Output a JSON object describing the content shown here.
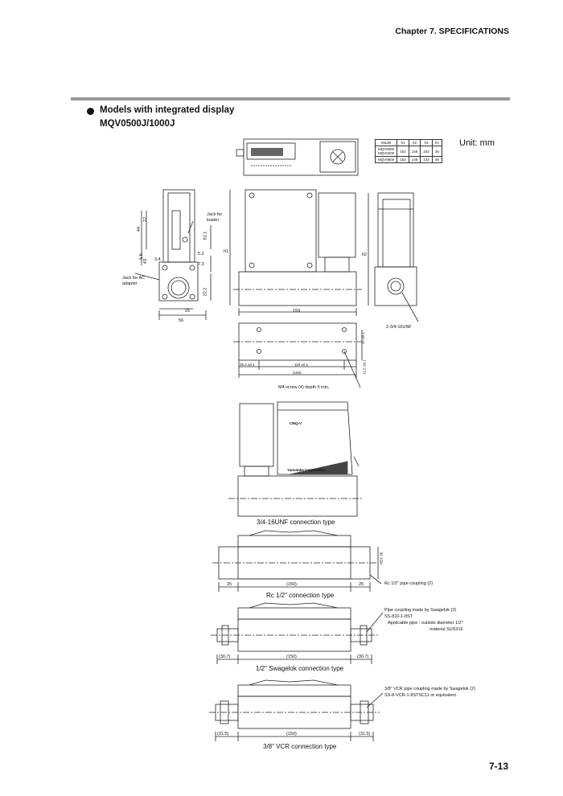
{
  "header": {
    "chapter": "Chapter 7. SPECIFICATIONS"
  },
  "section": {
    "title": "Models with integrated display",
    "subtitle": "MQV0500J/1000J"
  },
  "unit_label": "Unit: mm",
  "model_table": {
    "headers": [
      "Model",
      "h1",
      "h2",
      "h3",
      "h4"
    ],
    "rows": [
      {
        "model": "MQV0050\nMQV0200",
        "h1": "151",
        "h2": "145",
        "h3": "102",
        "h4": "45"
      },
      {
        "model": "MQV0500",
        "h1": "152",
        "h2": "146",
        "h3": "103",
        "h4": "46"
      }
    ]
  },
  "labels": {
    "jack_loader": "Jack for loader",
    "jack_ac": "Jack for AC adapter",
    "thread": "2-3/4-16UNF",
    "m4": "M4 screw (4) depth 5 min.",
    "dim_159": "159",
    "dim_56": "56",
    "dim_25": "25",
    "dim_110": "110 ±0.1",
    "dim_150": "(150)",
    "dim_25_3": "25.3 ±0.1",
    "dim_27": "27 ±0.1",
    "dim_11_5": "11.5 ±0.1",
    "dim_22": "22",
    "dim_44": "44",
    "dim_61_1": "61.1",
    "dim_5_2": "5.2",
    "dim_5_6": "5.6",
    "dim_3_4": "3.4",
    "dim_7_3": "7.3",
    "dim_43": "43",
    "dim_22_2": "22.2",
    "h1": "h1",
    "h2": "h2",
    "hex": "HEX 36",
    "rc_coupling": "Rc 1/2\" pipe coupling (2)",
    "swg_1": "Pipe coupling made by Swagelok (2)",
    "swg_2": "SS-810-1-8ST",
    "swg_3": "Applicable pipe : outside diameter 1/2\"",
    "swg_4": "material SUS316",
    "vcr_1": "3/8\" VCR pipe coupling made by Swagelok (2)",
    "vcr_2": "SS-8-VCR-1-8STSC11 or equivalent",
    "dim_30_7": "(30.7)",
    "dim_31_5": "(31.5)",
    "brand": "Yamatake Corporation",
    "logo": "CMQ-V"
  },
  "captions": {
    "unf": "3/4-16UNF connection type",
    "rc": "Rc 1/2\" connection type",
    "swagelok": "1/2\" Swagelok connection type",
    "vcr": "3/8\" VCR connection type"
  },
  "page_number": "7-13"
}
